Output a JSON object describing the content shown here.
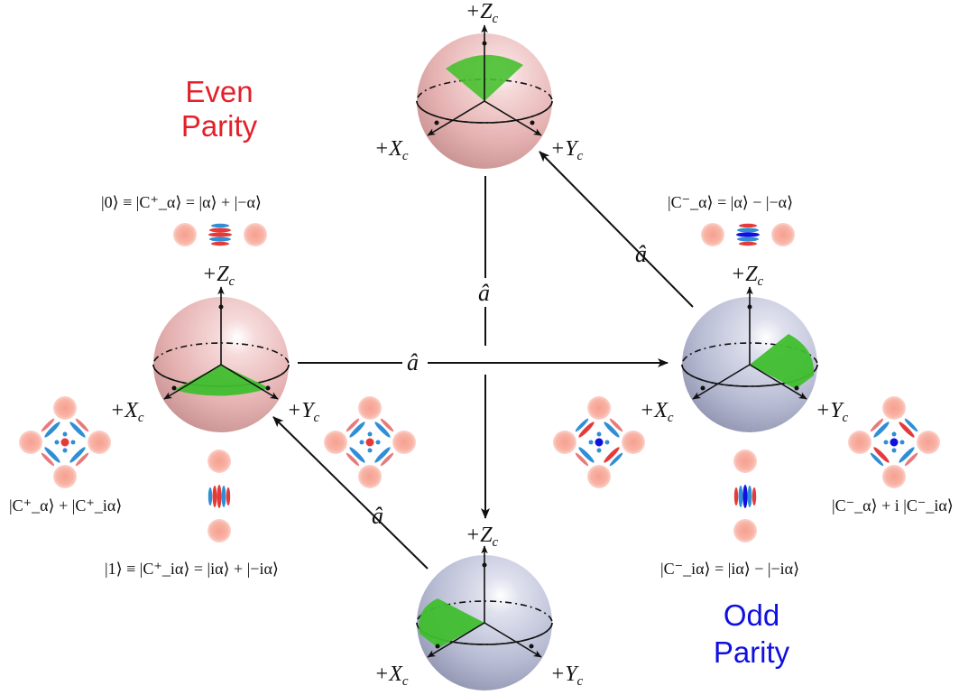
{
  "labels": {
    "even_parity": [
      "Even",
      "Parity"
    ],
    "odd_parity": [
      "Odd",
      "Parity"
    ],
    "axis_z": "+Z",
    "axis_x": "+X",
    "axis_y": "+Y",
    "axis_subscript": "c",
    "operator": "â"
  },
  "states": {
    "even_top": "|0⟩ ≡ |C⁺_α⟩ = |α⟩ + |−α⟩",
    "even_bottom": "|1⟩ ≡ |C⁺_iα⟩ = |iα⟩ + |−iα⟩",
    "even_sum": "|C⁺_α⟩ + |C⁺_iα⟩",
    "odd_top": "|C⁻_α⟩ = |α⟩ − |−α⟩",
    "odd_bottom": "|C⁻_iα⟩ = |iα⟩ − |−iα⟩",
    "odd_sum": "|C⁻_α⟩ + i |C⁻_iα⟩"
  },
  "colors": {
    "even": "#e3202a",
    "odd": "#1010e0",
    "sphere_pink": "#e9b4b4",
    "sphere_blue": "#b9bdd4",
    "wedge_green": "#3fbe2e",
    "blob": "#f6a99a",
    "fringe_red": "#e43a3a",
    "fringe_blue": "#2f8ed6"
  }
}
